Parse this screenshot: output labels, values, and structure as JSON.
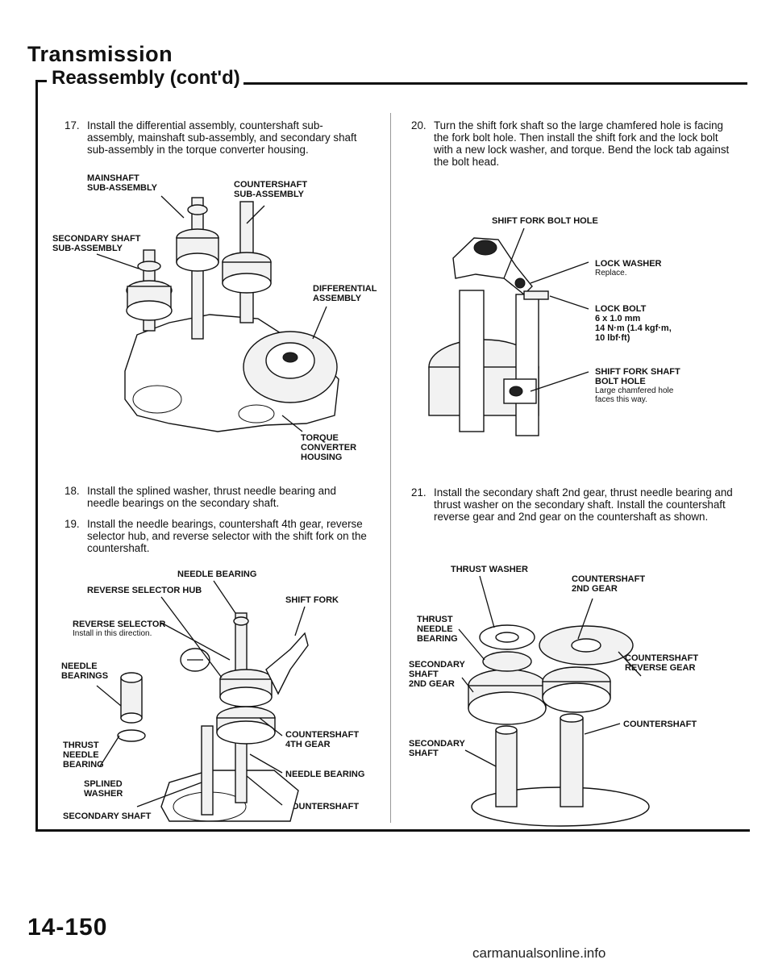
{
  "header": {
    "title": "Transmission",
    "subtitle": "Reassembly (cont'd)"
  },
  "steps": [
    {
      "number": "17.",
      "text": "Install the differential assembly, countershaft sub-assembly, mainshaft sub-assembly, and secondary shaft sub-assembly in the torque converter housing."
    },
    {
      "number": "18.",
      "text": "Install the splined washer, thrust needle bearing and needle bearings on the secondary shaft."
    },
    {
      "number": "19.",
      "text": "Install the needle bearings, countershaft 4th gear, reverse selector hub, and reverse selector with the shift fork on the countershaft."
    },
    {
      "number": "20.",
      "text": "Turn the shift fork shaft so the large chamfered hole is facing the fork bolt hole. Then install the shift fork and the lock bolt with a new lock washer, and torque. Bend the lock tab against the bolt head."
    },
    {
      "number": "21.",
      "text": "Install the secondary shaft 2nd gear, thrust needle bearing and thrust washer on the secondary shaft. Install the countershaft reverse gear and 2nd gear on the countershaft as shown."
    }
  ],
  "fig1": {
    "mainshaft": "MAINSHAFT\nSUB-ASSEMBLY",
    "countershaft": "COUNTERSHAFT\nSUB-ASSEMBLY",
    "secondary_shaft": "SECONDARY SHAFT\nSUB-ASSEMBLY",
    "differential": "DIFFERENTIAL\nASSEMBLY",
    "housing": "TORQUE\nCONVERTER\nHOUSING"
  },
  "fig2": {
    "needle_bearing_top": "NEEDLE BEARING",
    "reverse_selector_hub": "REVERSE SELECTOR HUB",
    "shift_fork": "SHIFT FORK",
    "reverse_selector": "REVERSE SELECTOR",
    "reverse_selector_note": "Install in this direction.",
    "needle_bearings": "NEEDLE\nBEARINGS",
    "countershaft_4th": "COUNTERSHAFT\n4TH GEAR",
    "thrust_needle": "THRUST\nNEEDLE\nBEARING",
    "needle_bearing_bottom": "NEEDLE BEARING",
    "splined_washer": "SPLINED\nWASHER",
    "countershaft": "COUNTERSHAFT",
    "secondary_shaft": "SECONDARY SHAFT"
  },
  "fig3": {
    "bolt_hole": "SHIFT FORK BOLT HOLE",
    "lock_washer": "LOCK WASHER",
    "lock_washer_note": "Replace.",
    "lock_bolt": "LOCK BOLT",
    "lock_bolt_spec": "6 x 1.0 mm\n14 N·m (1.4 kgf·m,\n10 lbf·ft)",
    "shaft_bolt_hole": "SHIFT FORK SHAFT\nBOLT HOLE",
    "shaft_bolt_hole_note": "Large chamfered hole\nfaces this way."
  },
  "fig4": {
    "thrust_washer": "THRUST WASHER",
    "cs_2nd": "COUNTERSHAFT\n2ND GEAR",
    "thrust_needle": "THRUST\nNEEDLE\nBEARING",
    "cs_reverse": "COUNTERSHAFT\nREVERSE GEAR",
    "sec_2nd": "SECONDARY\nSHAFT\n2ND GEAR",
    "countershaft": "COUNTERSHAFT",
    "secondary_shaft": "SECONDARY\nSHAFT"
  },
  "footer": {
    "page_number": "14-150",
    "watermark": "carmanualsonline.info"
  }
}
